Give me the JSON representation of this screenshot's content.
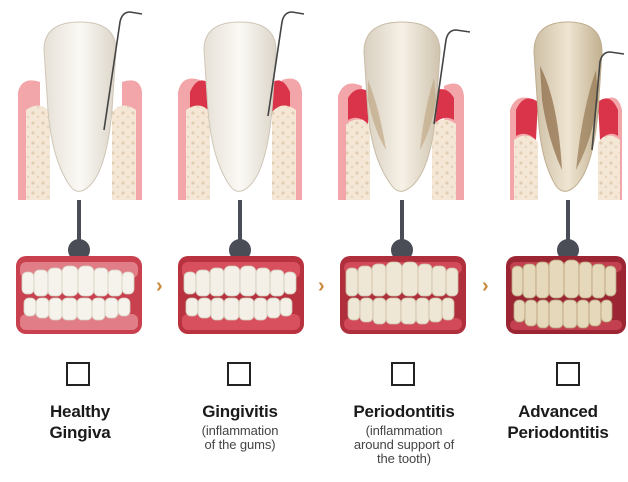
{
  "colors": {
    "gum_healthy": "#f2a6a9",
    "gum_inflamed": "#d9344a",
    "bone": "#f4e7d6",
    "tooth": "#f5f1ea",
    "plaque": "#8b6a45",
    "connector": "#4a4d55",
    "arrow": "#c98a3a"
  },
  "stages": [
    {
      "title_lines": [
        "Healthy",
        "Gingiva"
      ],
      "sub_lines": []
    },
    {
      "title_lines": [
        "Gingivitis"
      ],
      "sub_lines": [
        "(inflammation",
        "of the gums)"
      ]
    },
    {
      "title_lines": [
        "Periodontitis"
      ],
      "sub_lines": [
        "(inflammation",
        "around support of",
        "the tooth)"
      ]
    },
    {
      "title_lines": [
        "Advanced",
        "Periodontitis"
      ],
      "sub_lines": []
    }
  ],
  "arrow_glyph": "›"
}
